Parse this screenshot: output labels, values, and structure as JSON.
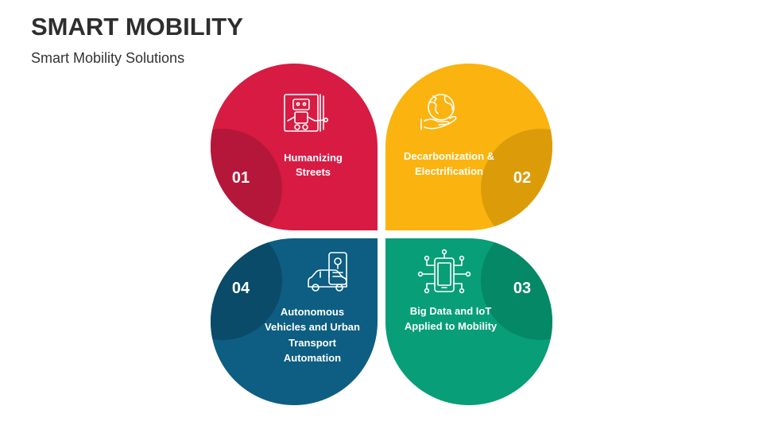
{
  "header": {
    "title": "SMART MOBILITY",
    "subtitle": "Smart Mobility Solutions"
  },
  "petals": [
    {
      "number": "01",
      "lines": [
        "Humanizing",
        "Streets"
      ],
      "icon": "robot-icon",
      "color": "#d81b43",
      "shade": "#b5173a"
    },
    {
      "number": "02",
      "lines": [
        "Decarbonization &",
        "Electrification"
      ],
      "icon": "globe-hand-icon",
      "color": "#fbb40f",
      "shade": "#dc9c0a"
    },
    {
      "number": "03",
      "lines": [
        "Big Data and IoT",
        "Applied to Mobility"
      ],
      "icon": "smartphone-circuit-icon",
      "color": "#079e78",
      "shade": "#058866"
    },
    {
      "number": "04",
      "lines": [
        "Autonomous",
        "Vehicles and Urban",
        "Transport",
        "Automation"
      ],
      "icon": "car-location-icon",
      "color": "#0d5e82",
      "shade": "#094b69"
    }
  ]
}
